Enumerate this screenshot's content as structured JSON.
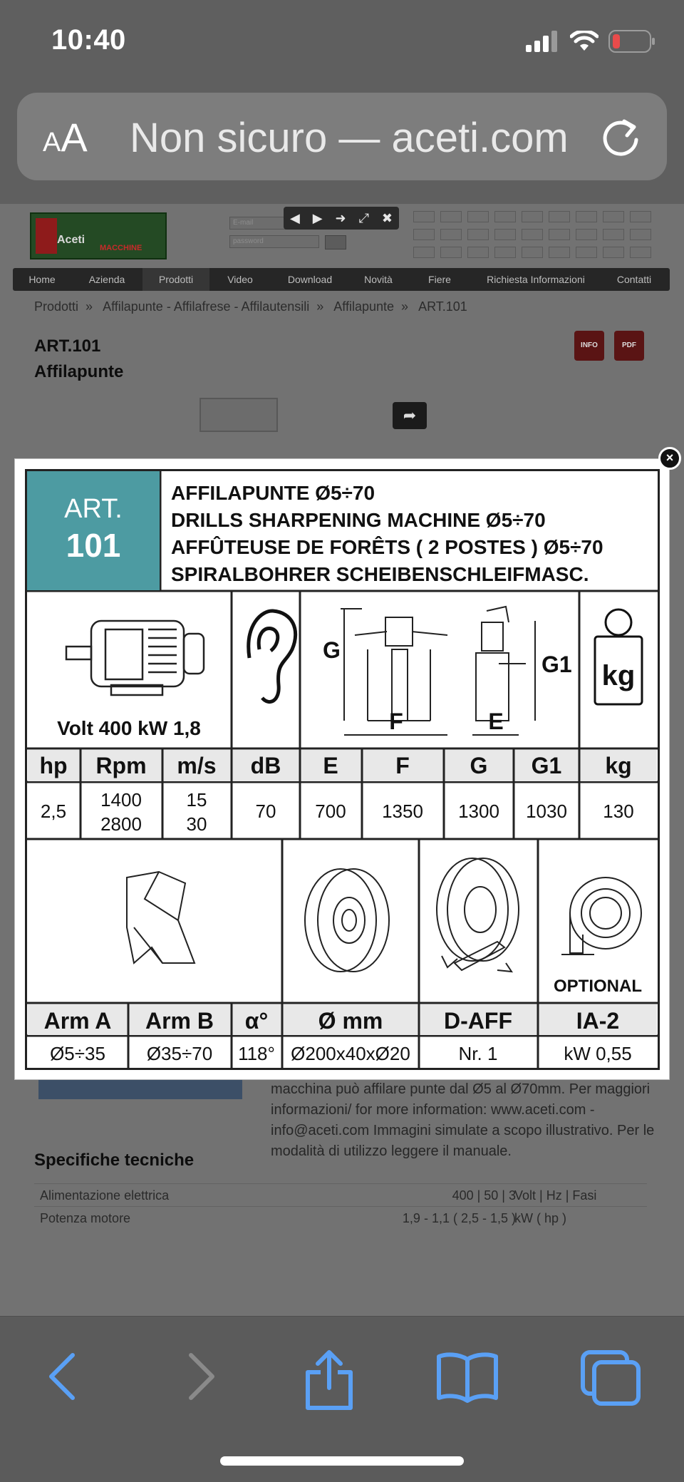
{
  "status": {
    "time": "10:40"
  },
  "url_bar": {
    "aa": "AA",
    "text": "Non sicuro — aceti.com"
  },
  "header": {
    "logo_text": "Aceti",
    "logo_sub": "MACCHINE",
    "email_placeholder": "E-mail",
    "password_placeholder": "password"
  },
  "nav": {
    "items": [
      "Home",
      "Azienda",
      "Prodotti",
      "Video",
      "Download",
      "Novità",
      "Fiere",
      "Richiesta Informazioni",
      "Contatti"
    ]
  },
  "breadcrumb": {
    "items": [
      "Prodotti",
      "Affilapunte - Affilafrese - Affilautensili",
      "Affilapunte",
      "ART.101"
    ],
    "sep": "»"
  },
  "product": {
    "code": "ART.101",
    "name": "Affilapunte",
    "info_label": "INFO",
    "pdf_label": "PDF"
  },
  "description": "macchina può affilare punte dal Ø5 al Ø70mm. Per maggiori informazioni/ for more information: www.aceti.com - info@aceti.com Immagini simulate a scopo illustrativo. Per le modalità di utilizzo leggere il manuale.",
  "specs": {
    "title": "Specifiche tecniche",
    "rows": [
      {
        "name": "Alimentazione elettrica",
        "value": "400 | 50 | 3",
        "unit": "Volt | Hz | Fasi"
      },
      {
        "name": "Potenza motore",
        "value": "1,9 - 1,1 ( 2,5 - 1,5 )",
        "unit": "kW ( hp )"
      }
    ]
  },
  "modal": {
    "close": "×",
    "art_label": "ART.",
    "art_number": "101",
    "titles": [
      "AFFILAPUNTE Ø5÷70",
      "DRILLS  SHARPENING MACHINE Ø5÷70",
      "AFFÛTEUSE DE FORÊTS ( 2 POSTES ) Ø5÷70",
      "SPIRALBOHRER SCHEIBENSCHLEIFMASC."
    ],
    "motor_label": "Volt 400 kW 1,8",
    "dim_labels": {
      "g": "G",
      "f": "F",
      "e": "E",
      "g1": "G1",
      "kg": "kg"
    },
    "table1": {
      "headers": [
        "hp",
        "Rpm",
        "m/s",
        "dB",
        "E",
        "F",
        "G",
        "G1",
        "kg"
      ],
      "row": [
        [
          "2,5"
        ],
        [
          "1400",
          "2800"
        ],
        [
          "15",
          "30"
        ],
        [
          "70"
        ],
        [
          "700"
        ],
        [
          "1350"
        ],
        [
          "1300"
        ],
        [
          "1030"
        ],
        [
          "130"
        ]
      ]
    },
    "optional_label": "OPTIONAL",
    "table2": {
      "headers": [
        "Arm A",
        "Arm B",
        "α°",
        "Ø mm",
        "D-AFF",
        "IA-2"
      ],
      "row": [
        "Ø5÷35",
        "Ø35÷70",
        "118°",
        "Ø200x40xØ20",
        "Nr. 1",
        "kW 0,55"
      ]
    }
  },
  "colors": {
    "art_teal": "#4d9ba2",
    "overlay": "#5f5f5f",
    "accent_blue": "#5aa0f5"
  }
}
